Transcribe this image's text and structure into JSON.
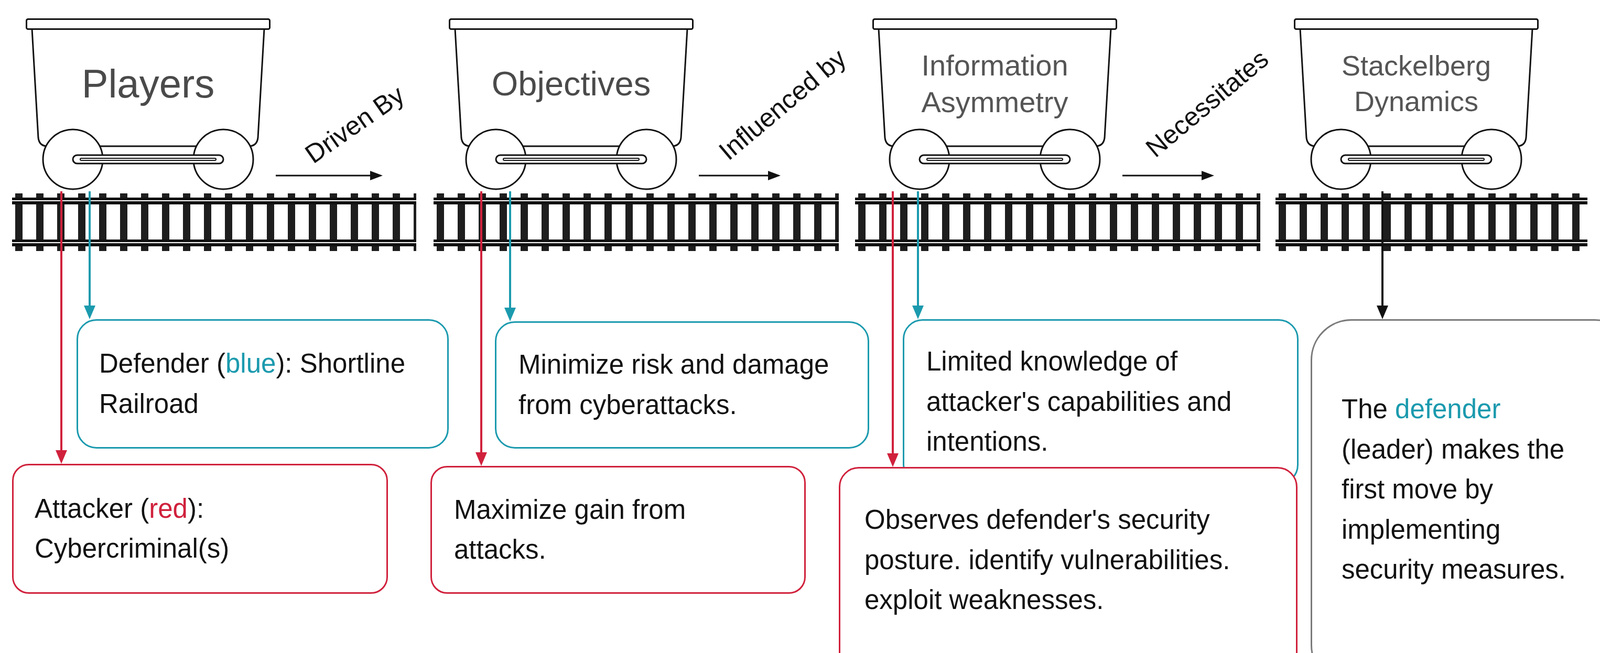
{
  "diagram": {
    "nodes": [
      {
        "text": [
          "Players"
        ]
      },
      {
        "text": [
          "Defender (blue): Shortline Railroad"
        ]
      },
      {
        "text": [
          "Attacker (red): Cybercriminal(s)"
        ]
      },
      {
        "text": [
          "Objectives"
        ]
      },
      {
        "text": [
          "Minimize risk and damage from cyberattacks."
        ]
      },
      {
        "text": [
          "Maximize gain from attacks."
        ]
      },
      {
        "text": [
          "Information Asymmetry"
        ]
      },
      {
        "text": [
          "Limited knowledge of attacker's capabilities and intentions."
        ]
      },
      {
        "text": [
          "Observes defender's security posture. identify vulnerabilities. exploit weaknesses."
        ]
      },
      {
        "text": [
          "Stackelberg Dynamics"
        ]
      },
      {
        "text": [
          "The defender (leader) makes the first move by implementing security measures."
        ]
      }
    ],
    "edges": [
      {
        "from": 0,
        "to": 3,
        "label": "Driven By",
        "arrow": "to"
      },
      {
        "from": 3,
        "to": 6,
        "label": "Influenced by",
        "arrow": "to"
      },
      {
        "from": 6,
        "to": 9,
        "label": "Necessitates",
        "arrow": "to"
      },
      {
        "from": 0,
        "to": 1,
        "arrow": "to"
      },
      {
        "from": 0,
        "to": 2,
        "arrow": "to"
      },
      {
        "from": 3,
        "to": 4,
        "arrow": "to"
      },
      {
        "from": 3,
        "to": 5,
        "arrow": "to"
      },
      {
        "from": 6,
        "to": 7,
        "arrow": "to"
      },
      {
        "from": 6,
        "to": 8,
        "arrow": "to"
      },
      {
        "from": 9,
        "to": 10,
        "arrow": "to"
      }
    ]
  }
}
